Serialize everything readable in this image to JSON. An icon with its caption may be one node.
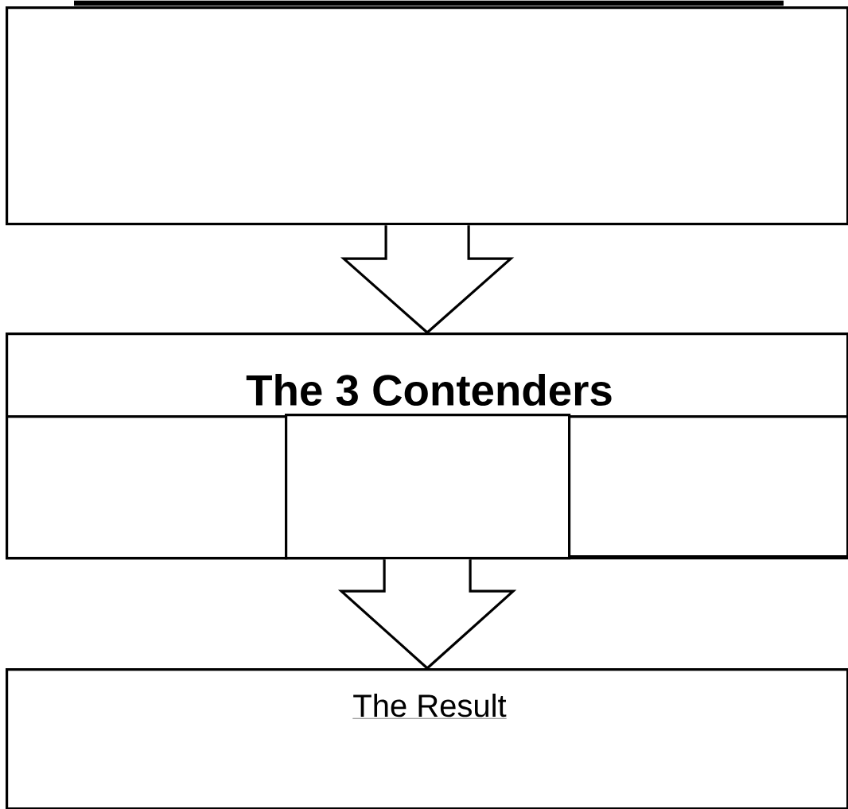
{
  "diagram": {
    "nodes": [
      {
        "text": [],
        "shape": "box"
      },
      {
        "text": [
          "The 3 Contenders"
        ]
      },
      {
        "text": [],
        "shape": "box",
        "in": 1
      },
      {
        "text": [],
        "shape": "box",
        "in": 1
      },
      {
        "text": [],
        "shape": "box",
        "in": 1
      },
      {
        "text": [
          "The Result"
        ]
      }
    ],
    "edges": [
      {
        "from": 0,
        "to": 1,
        "arrow": "to"
      },
      {
        "from": 1,
        "to": 5,
        "arrow": "to"
      }
    ]
  }
}
